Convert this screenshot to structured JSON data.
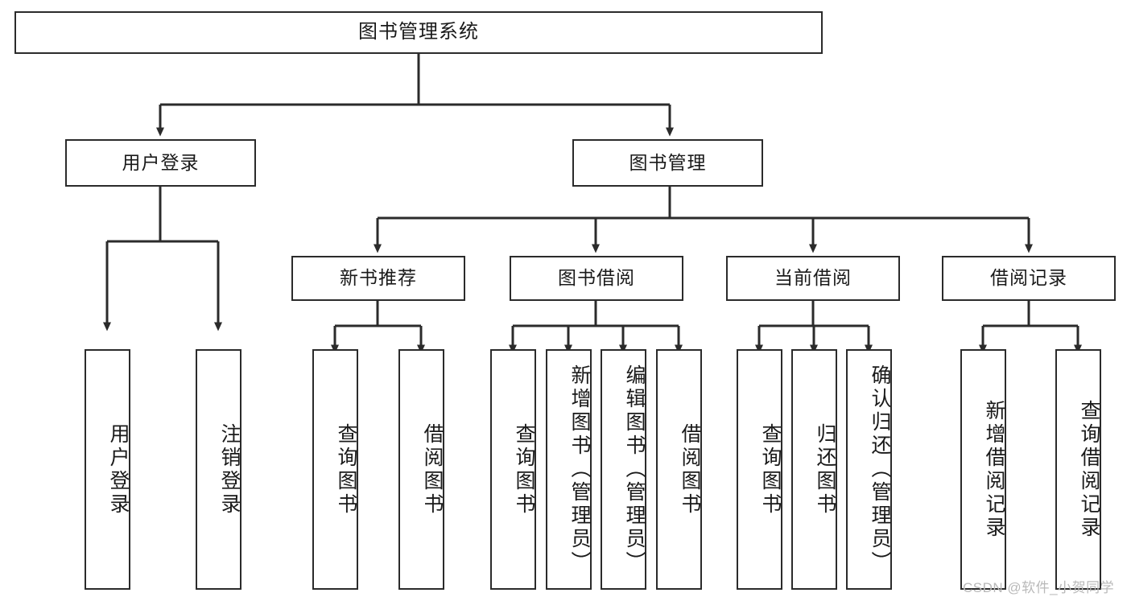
{
  "diagram": {
    "type": "tree",
    "title": "图书管理系统",
    "root": {
      "label": "图书管理系统"
    },
    "level2": [
      {
        "label": "用户登录"
      },
      {
        "label": "图书管理"
      }
    ],
    "level3": [
      {
        "label": "新书推荐"
      },
      {
        "label": "图书借阅"
      },
      {
        "label": "当前借阅"
      },
      {
        "label": "借阅记录"
      }
    ],
    "leaves": {
      "user_login": [
        {
          "label": "用户登录"
        },
        {
          "label": "注销登录"
        }
      ],
      "new_book_recommend": [
        {
          "label": "查询图书"
        },
        {
          "label": "借阅图书"
        }
      ],
      "book_borrow": [
        {
          "label": "查询图书"
        },
        {
          "label": "新增图书（管理员）"
        },
        {
          "label": "编辑图书（管理员）"
        },
        {
          "label": "借阅图书"
        }
      ],
      "current_borrow": [
        {
          "label": "查询图书"
        },
        {
          "label": "归还图书"
        },
        {
          "label": "确认归还（管理员）"
        }
      ],
      "borrow_record": [
        {
          "label": "新增借阅记录"
        },
        {
          "label": "查询借阅记录"
        }
      ]
    }
  },
  "watermark": {
    "text": "CSDN @软件_小贺同学"
  },
  "colors": {
    "stroke": "#2b2b2b",
    "fill": "#ffffff",
    "text": "#1a1a1a",
    "watermark": "#b9b9b9"
  }
}
